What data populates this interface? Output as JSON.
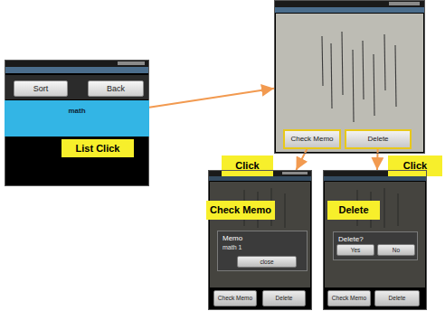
{
  "diagram": {
    "nodes": [
      {
        "text": []
      },
      {
        "text": [
          "Sort"
        ],
        "in": 0
      },
      {
        "text": [
          "Back"
        ],
        "in": 0
      },
      {
        "text": [
          "math"
        ],
        "in": 0
      },
      {
        "text": [
          "List Click"
        ],
        "in": 0
      },
      {
        "text": []
      },
      {
        "text": [
          "Check Memo"
        ],
        "in": 5
      },
      {
        "text": [
          "Delete"
        ],
        "in": 5
      },
      {
        "text": [
          "Click"
        ]
      },
      {
        "text": [
          "Click"
        ]
      },
      {
        "text": []
      },
      {
        "text": [
          "Check Memo"
        ],
        "in": 10
      },
      {
        "text": [
          "Memo",
          "math 1"
        ],
        "in": 10
      },
      {
        "text": [
          "close"
        ],
        "in": 12
      },
      {
        "text": [
          "Check Memo"
        ],
        "in": 10
      },
      {
        "text": [
          "Delete"
        ],
        "in": 10
      },
      {
        "text": []
      },
      {
        "text": [
          "Delete"
        ],
        "in": 16
      },
      {
        "text": [
          "Delete?"
        ],
        "in": 16
      },
      {
        "text": [
          "Yes"
        ],
        "in": 18
      },
      {
        "text": [
          "No"
        ],
        "in": 18
      },
      {
        "text": [
          "Check Memo"
        ],
        "in": 16
      },
      {
        "text": [
          "Delete"
        ],
        "in": 16
      }
    ],
    "edges": [
      {
        "from": 3,
        "to": 5,
        "arrow": "to"
      },
      {
        "from": 6,
        "to": 10,
        "arrow": "to"
      },
      {
        "from": 7,
        "to": 16,
        "arrow": "to"
      }
    ]
  }
}
